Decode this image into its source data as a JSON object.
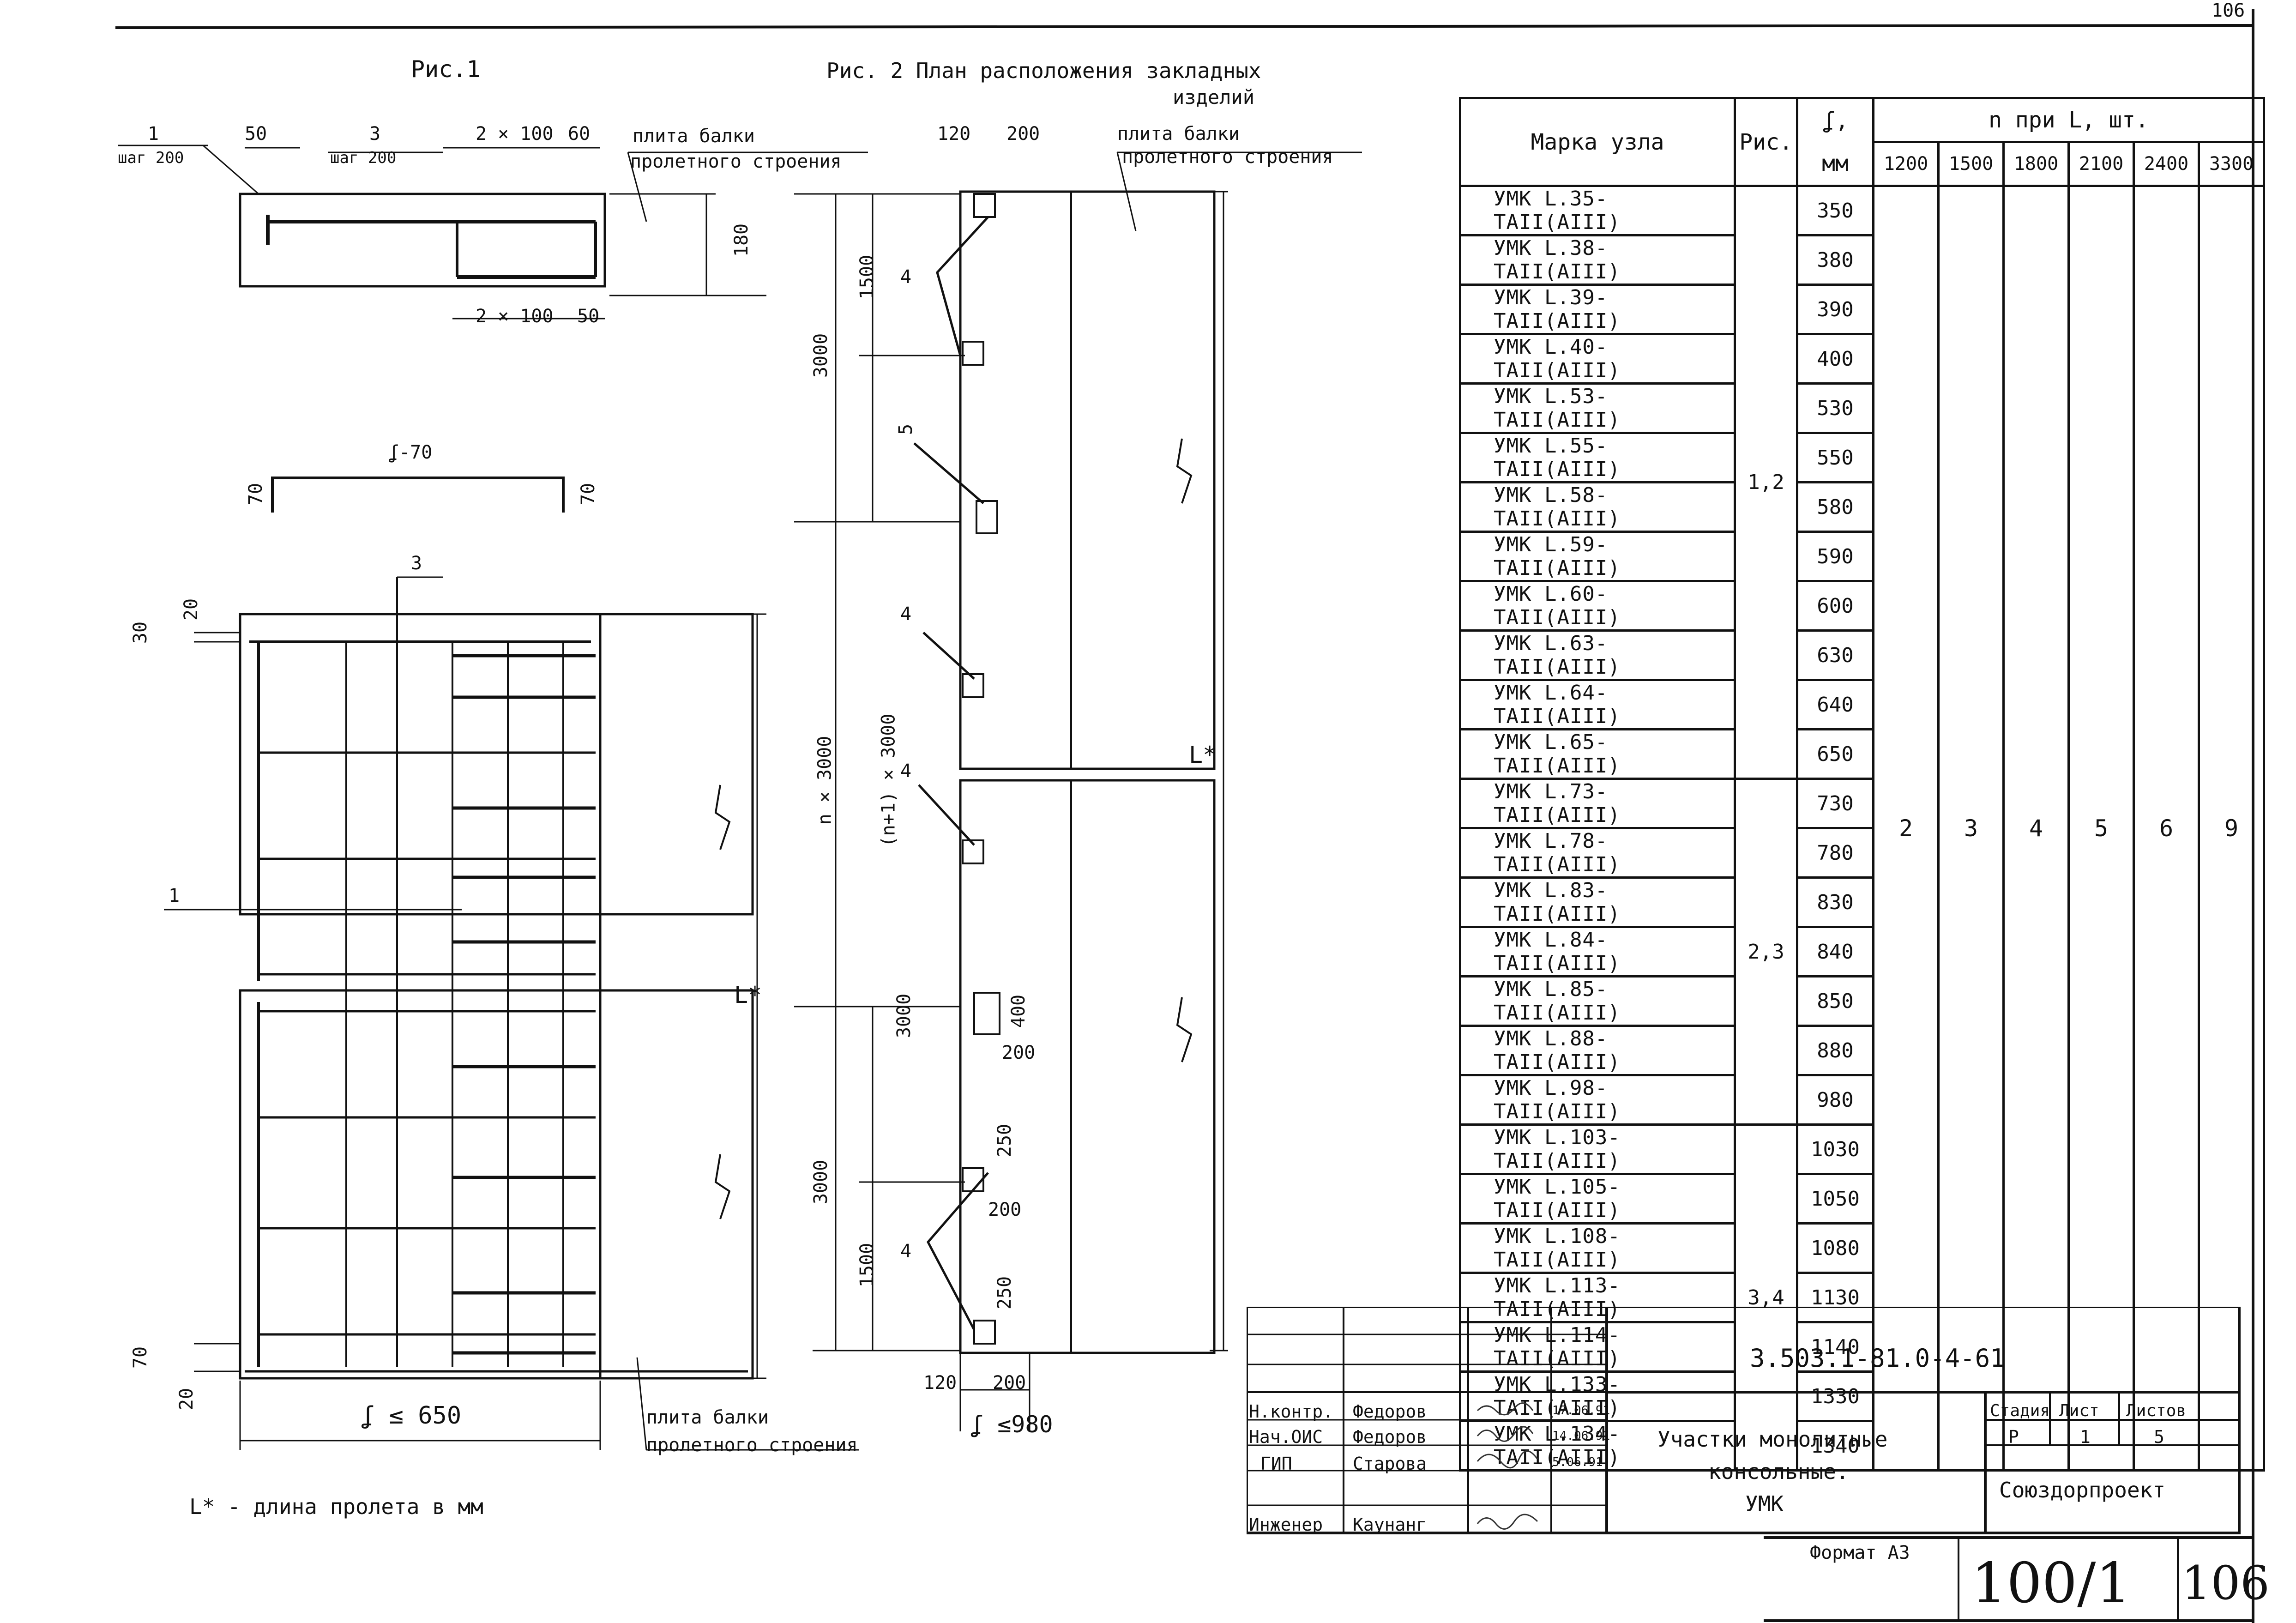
{
  "corner_number": "106",
  "fig1": {
    "title": "Рис.1",
    "callout_1": "1",
    "callout_step_1": "шаг 200",
    "dim_50": "50",
    "callout_3": "3",
    "callout_step_3": "шаг 200",
    "dim_2x100_top": "2 × 100",
    "dim_60": "60",
    "label_slab": "плита балки",
    "label_slab2": "пролетного строения",
    "dim_180": "180",
    "dim_2x100_bottom": "2 × 100",
    "dim_50_bottom": "50",
    "bar_label": "ʆ-70",
    "bar_left": "70",
    "bar_right": "70",
    "plan_callout_3": "3",
    "plan_30": "30",
    "plan_20": "20",
    "plan_callout_1": "1",
    "plan_L": "L*",
    "plan_70": "70",
    "plan_20_bottom": "20",
    "plan_width": "ʆ ≤ 650",
    "plan_slab": "плита балки",
    "plan_slab2": "пролетного строения",
    "note": "L* - длина пролета в мм"
  },
  "fig2": {
    "title": "Рис. 2   План расположения закладных",
    "title2": "изделий",
    "dim_120": "120",
    "dim_200": "200",
    "label_slab": "плита балки",
    "label_slab2": "пролетного строения",
    "dim_3000_a": "3000",
    "dim_1500_a": "1500",
    "n_4a": "4",
    "n_5": "5",
    "n_4b": "4",
    "n_4c": "4",
    "dim_n3000": "n × 3000",
    "dim_n1_3000": "(n+1) × 3000",
    "dim_L": "L*",
    "dim_3000_b": "3000",
    "dim_400": "400",
    "dim_200_b": "200",
    "dim_250_a": "250",
    "dim_200_c": "200",
    "dim_3000_c": "3000",
    "dim_1500_b": "1500",
    "n_4d": "4",
    "dim_250_b": "250",
    "dim_120_b": "120",
    "dim_200_d": "200",
    "dim_width": "ʆ ≤980"
  },
  "spec_table": {
    "header_mark": "Марка узла",
    "header_fig": "Рис.",
    "header_f": "ʆ,",
    "header_f_unit": "мм",
    "header_n": "n при L, шт.",
    "lengths": [
      "1200",
      "1500",
      "1800",
      "2100",
      "2400",
      "3300"
    ],
    "counts": [
      "2",
      "3",
      "4",
      "5",
      "6",
      "9"
    ],
    "groups": [
      {
        "fig": "1,2",
        "rows": [
          {
            "mark": "УМК L.35-ТАII(АIII)",
            "f": "350"
          },
          {
            "mark": "УМК L.38-ТАII(АIII)",
            "f": "380"
          },
          {
            "mark": "УМК L.39-ТАII(АIII)",
            "f": "390"
          },
          {
            "mark": "УМК L.40-ТАII(АIII)",
            "f": "400"
          },
          {
            "mark": "УМК L.53-ТАII(АIII)",
            "f": "530"
          },
          {
            "mark": "УМК L.55-ТАII(АIII)",
            "f": "550"
          },
          {
            "mark": "УМК L.58-ТАII(АIII)",
            "f": "580"
          },
          {
            "mark": "УМК L.59-ТАII(АIII)",
            "f": "590"
          },
          {
            "mark": "УМК L.60-ТАII(АIII)",
            "f": "600"
          },
          {
            "mark": "УМК L.63-ТАII(АIII)",
            "f": "630"
          },
          {
            "mark": "УМК L.64-ТАII(АIII)",
            "f": "640"
          },
          {
            "mark": "УМК L.65-ТАII(АIII)",
            "f": "650"
          }
        ]
      },
      {
        "fig": "2,3",
        "rows": [
          {
            "mark": "УМК L.73-ТАII(АIII)",
            "f": "730"
          },
          {
            "mark": "УМК L.78-ТАII(АIII)",
            "f": "780"
          },
          {
            "mark": "УМК L.83-ТАII(АIII)",
            "f": "830"
          },
          {
            "mark": "УМК L.84-ТАII(АIII)",
            "f": "840"
          },
          {
            "mark": "УМК L.85-ТАII(АIII)",
            "f": "850"
          },
          {
            "mark": "УМК L.88-ТАII(АIII)",
            "f": "880"
          },
          {
            "mark": "УМК L.98-ТАII(АIII)",
            "f": "980"
          }
        ]
      },
      {
        "fig": "3,4",
        "rows": [
          {
            "mark": "УМК L.103-ТАII(АIII)",
            "f": "1030"
          },
          {
            "mark": "УМК L.105-ТАII(АIII)",
            "f": "1050"
          },
          {
            "mark": "УМК L.108-ТАII(АIII)",
            "f": "1080"
          },
          {
            "mark": "УМК L.113-ТАII(АIII)",
            "f": "1130"
          },
          {
            "mark": "УМК L.114-ТАII(АIII)",
            "f": "1140"
          },
          {
            "mark": "УМК L.133-ТАII(АIII)",
            "f": "1330"
          },
          {
            "mark": "УМК L.134-ТАII(АIII)",
            "f": "1340"
          }
        ]
      }
    ]
  },
  "title_block": {
    "doc_code": "3.503.1-81.0-4-61",
    "roles": [
      "Н.контр.",
      "Нач.ОИС",
      "ГИП",
      "",
      "Инженер"
    ],
    "names": [
      "Федоров",
      "Федоров",
      "Старова",
      "",
      "Каунанг"
    ],
    "dates": [
      "17.06.91",
      "14.06.91",
      "5.06.91",
      "",
      ""
    ],
    "title_line1": "Участки монолитные",
    "title_line2": "консольные.",
    "title_line3": "УМК",
    "stage_label": "Стадия",
    "sheet_label": "Лист",
    "sheets_label": "Листов",
    "stage": "Р",
    "sheet": "1",
    "sheets": "5",
    "org": "Союздорпроект",
    "format": "Формат А3",
    "album": "100/1",
    "page": "106"
  }
}
